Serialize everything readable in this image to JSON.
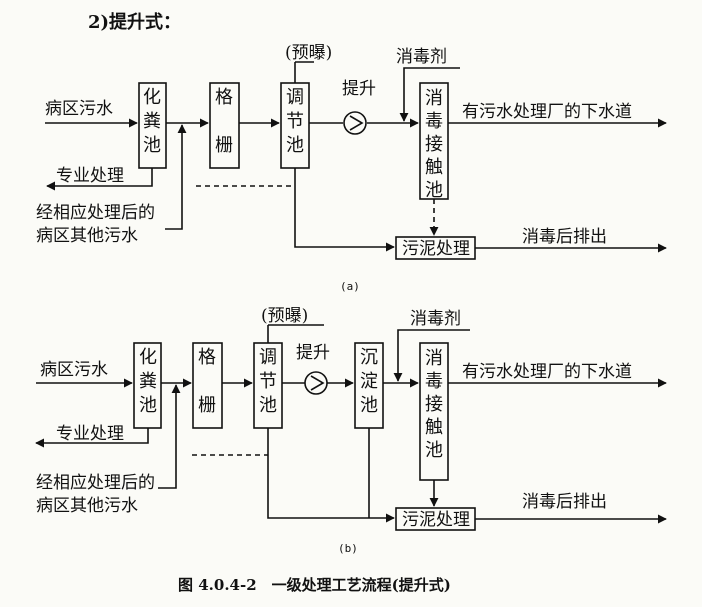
{
  "heading": "2)提升式：",
  "caption": "图 4.0.4-2　一级处理工艺流程(提升式)",
  "diagram_a": {
    "label": "(a)",
    "inlet": "病区污水",
    "box_septic": "化粪池",
    "box_grille": "格栅",
    "box_regulate": "调节池",
    "preaeration": "(预曝)",
    "lift": "提升",
    "disinfectant": "消毒剂",
    "box_contact": "消毒接触池",
    "outlet_sewer": "有污水处理厂的下水道",
    "special_treatment": "专业处理",
    "other_wastewater_1": "经相应处理后的",
    "other_wastewater_2": "病区其他污水",
    "box_sludge": "污泥处理",
    "discharge": "消毒后排出"
  },
  "diagram_b": {
    "label": "(b)",
    "inlet": "病区污水",
    "box_septic": "化粪池",
    "box_grille": "格栅",
    "box_regulate": "调节池",
    "preaeration": "(预曝)",
    "lift": "提升",
    "box_settle": "沉淀池",
    "disinfectant": "消毒剂",
    "box_contact": "消毒接触池",
    "outlet_sewer": "有污水处理厂的下水道",
    "special_treatment": "专业处理",
    "other_wastewater_1": "经相应处理后的",
    "other_wastewater_2": "病区其他污水",
    "box_sludge": "污泥处理",
    "discharge": "消毒后排出"
  },
  "colors": {
    "ink": "#111111",
    "paper": "#fbfbf7"
  }
}
